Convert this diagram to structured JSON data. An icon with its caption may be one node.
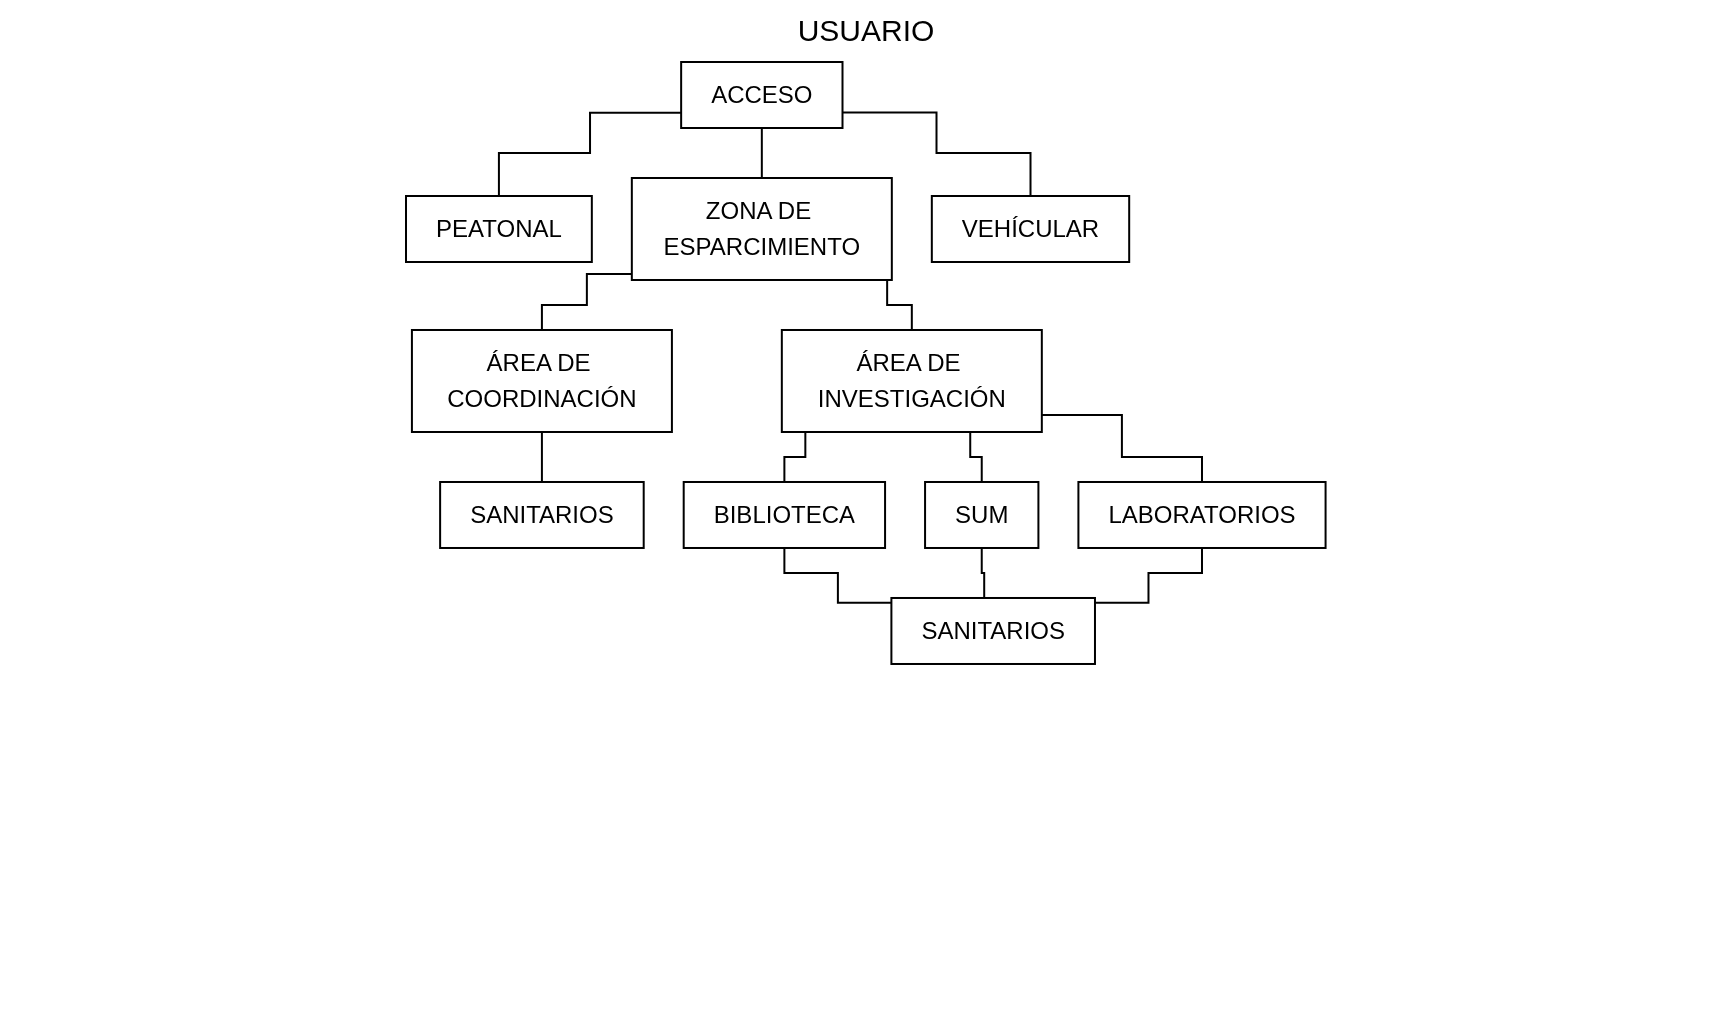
{
  "diagram": {
    "title": "USUARIO",
    "nodes": [
      {
        "text": [
          "ACCESO"
        ]
      },
      {
        "text": [
          "PEATONAL"
        ]
      },
      {
        "text": [
          "ZONA DE ESPARCIMIENTO"
        ]
      },
      {
        "text": [
          "VEHÍCULAR"
        ]
      },
      {
        "text": [
          "ÁREA DE COORDINACIÓN"
        ]
      },
      {
        "text": [
          "ÁREA DE INVESTIGACIÓN"
        ]
      },
      {
        "text": [
          "SANITARIOS"
        ]
      },
      {
        "text": [
          "BIBLIOTECA"
        ]
      },
      {
        "text": [
          "SUM"
        ]
      },
      {
        "text": [
          "LABORATORIOS"
        ]
      },
      {
        "text": [
          "SANITARIOS"
        ]
      }
    ],
    "edges": [
      {
        "from": 0,
        "to": 1,
        "arrow": "none"
      },
      {
        "from": 0,
        "to": 2,
        "arrow": "none"
      },
      {
        "from": 0,
        "to": 3,
        "arrow": "none"
      },
      {
        "from": 2,
        "to": 4,
        "arrow": "none"
      },
      {
        "from": 2,
        "to": 5,
        "arrow": "none"
      },
      {
        "from": 4,
        "to": 6,
        "arrow": "none"
      },
      {
        "from": 5,
        "to": 7,
        "arrow": "none"
      },
      {
        "from": 5,
        "to": 8,
        "arrow": "none"
      },
      {
        "from": 5,
        "to": 9,
        "arrow": "none"
      },
      {
        "from": 7,
        "to": 10,
        "arrow": "none"
      },
      {
        "from": 8,
        "to": 10,
        "arrow": "none"
      },
      {
        "from": 9,
        "to": 10,
        "arrow": "none"
      }
    ]
  }
}
